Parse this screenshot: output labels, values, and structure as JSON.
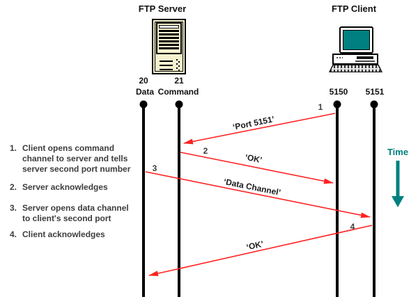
{
  "server": {
    "title": "FTP Server",
    "ports": [
      {
        "number": "20",
        "name": "Data"
      },
      {
        "number": "21",
        "name": "Command"
      }
    ]
  },
  "client": {
    "title": "FTP Client",
    "ports": [
      {
        "number": "5150"
      },
      {
        "number": "5151"
      }
    ]
  },
  "messages": [
    {
      "step": "1",
      "label": "‘Port 5151’",
      "from": "5150",
      "to": "21"
    },
    {
      "step": "2",
      "label": "‘OK’",
      "from": "21",
      "to": "5150"
    },
    {
      "step": "3",
      "label": "‘Data Channel’",
      "from": "20",
      "to": "5151"
    },
    {
      "step": "4",
      "label": "‘OK’",
      "from": "5151",
      "to": "20"
    }
  ],
  "notes": [
    {
      "num": "1.",
      "lines": [
        "Client opens command",
        "channel to server and tells",
        "server second port number"
      ]
    },
    {
      "num": "2.",
      "lines": [
        "Server acknowledges"
      ]
    },
    {
      "num": "3.",
      "lines": [
        "Server opens data channel",
        "to client's second port"
      ]
    },
    {
      "num": "4.",
      "lines": [
        "Client acknowledges"
      ]
    }
  ],
  "time_label": "Time",
  "colors": {
    "arrow": "#ff2222",
    "teal": "#008080",
    "body": "#f6f2cf"
  }
}
